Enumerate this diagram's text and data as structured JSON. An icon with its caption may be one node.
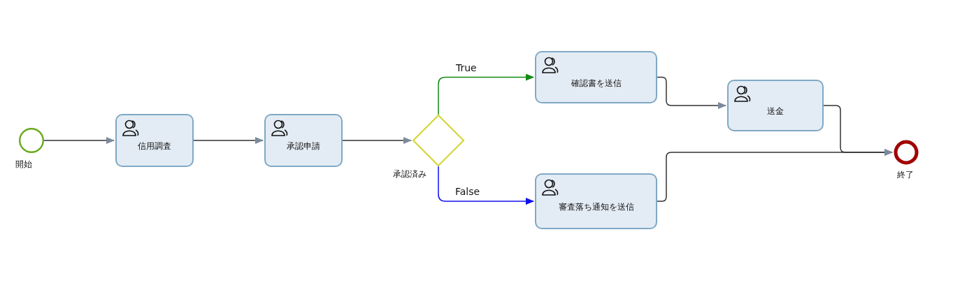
{
  "diagram": {
    "nodes": [
      {
        "text": [],
        "shape": "circle",
        "beside": [
          "開始"
        ]
      },
      {
        "text": [
          "信用調査"
        ]
      },
      {
        "text": [
          "承認申請"
        ]
      },
      {
        "text": [],
        "shape": "diamond",
        "beside": [
          "承認済み"
        ]
      },
      {
        "text": [
          "確認書を送信"
        ]
      },
      {
        "text": [
          "審査落ち通知を送信"
        ]
      },
      {
        "text": [
          "送金"
        ]
      },
      {
        "text": [],
        "shape": "circle",
        "beside": [
          "終了"
        ]
      }
    ],
    "edges": [
      {
        "from": 0,
        "to": 1,
        "arrow": "to"
      },
      {
        "from": 1,
        "to": 2,
        "arrow": "to"
      },
      {
        "from": 2,
        "to": 3,
        "arrow": "to"
      },
      {
        "from": 3,
        "to": 4,
        "arrow": "to",
        "label": "True",
        "color": "#138a13"
      },
      {
        "from": 3,
        "to": 5,
        "arrow": "to",
        "label": "False",
        "color": "#1010f0"
      },
      {
        "from": 4,
        "to": 6,
        "arrow": "to"
      },
      {
        "from": 6,
        "to": 7,
        "arrow": "to"
      },
      {
        "from": 5,
        "to": 7,
        "arrow": "to"
      }
    ]
  }
}
